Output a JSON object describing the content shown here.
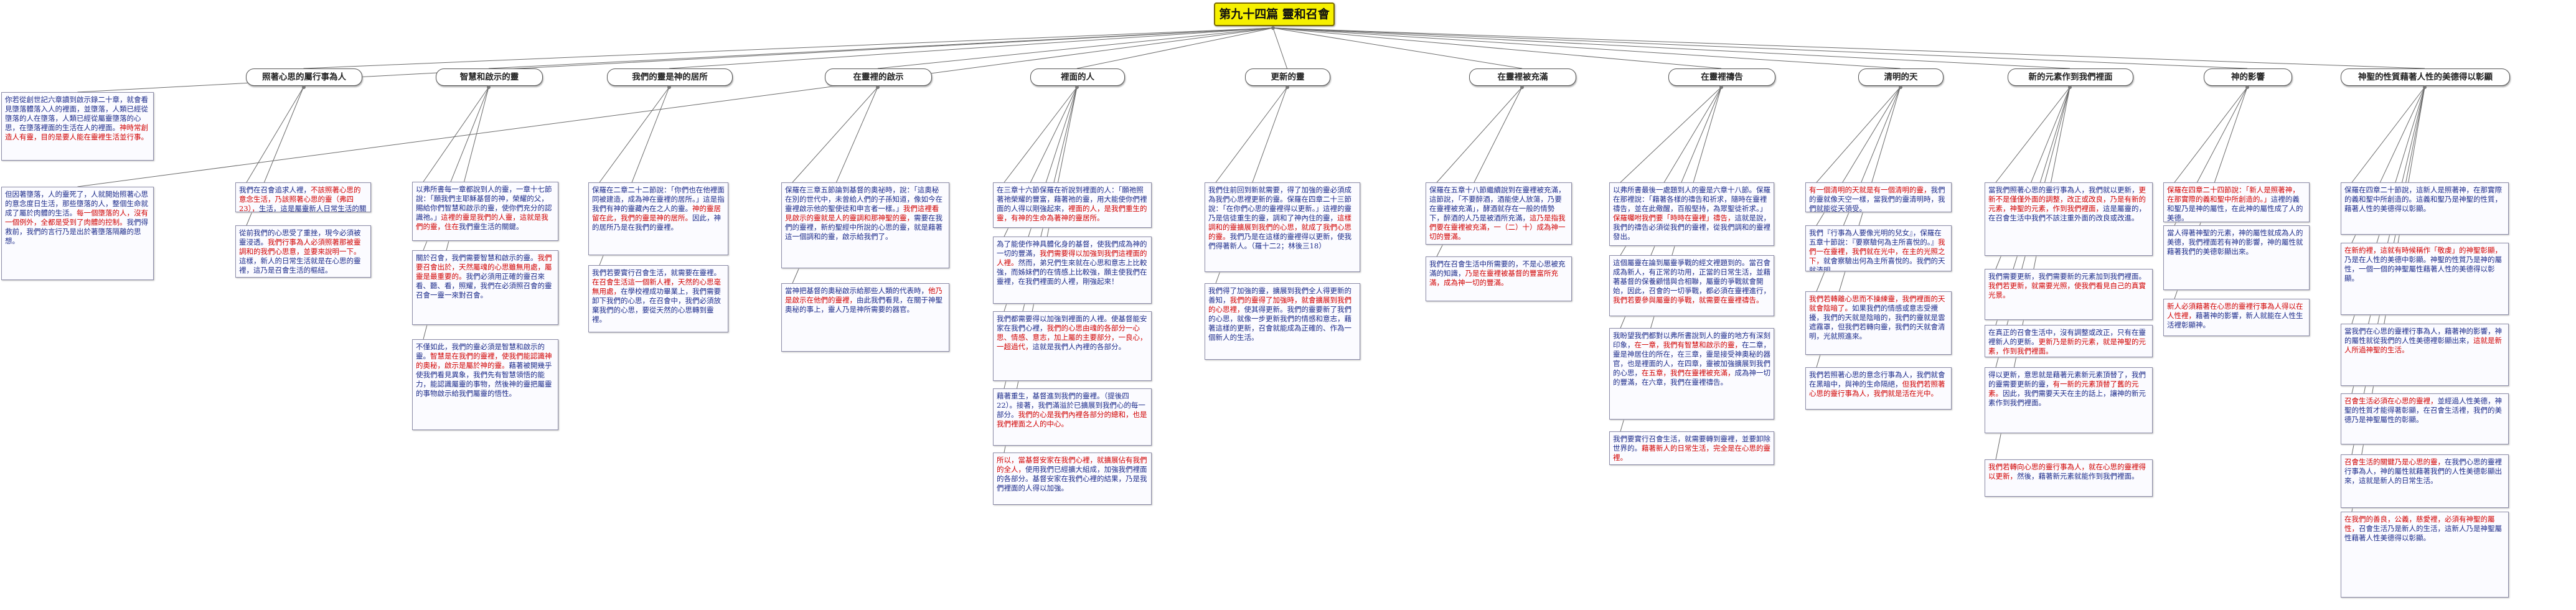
{
  "title": "第九十四篇 靈和召會",
  "topics": [
    {
      "label": "照著心思的屬行事為人"
    },
    {
      "label": "智慧和啟示的靈"
    },
    {
      "label": "我們的靈是神的居所"
    },
    {
      "label": "在靈裡的啟示"
    },
    {
      "label": "裡面的人"
    },
    {
      "label": "更新的靈"
    },
    {
      "label": "在靈裡被充滿"
    },
    {
      "label": "在靈裡禱告"
    },
    {
      "label": "清明的天"
    },
    {
      "label": "新的元素作到我們裡面"
    },
    {
      "label": "神的影響"
    },
    {
      "label": "神聖的性質藉著人性的美德得以彰顯"
    }
  ],
  "notes": [
    {
      "segments": [
        {
          "t": "你若從創世記六章讀到啟示錄二十章，就會看見墮落體落入人的裡面，並墮落，人類已經從墮落的人在墮落，人類已經從屬靈墮落的心思，在墮落裡面的生活在人的裡面。",
          "c": "b"
        },
        {
          "t": "神時常創造人有靈，目的是要人能在靈裡生活並行事。",
          "c": "r"
        }
      ]
    },
    {
      "segments": [
        {
          "t": "但因著墮落，人的靈死了，人就開始照著心思的意念度日生活，那些墮落的人，整個生命就成了屬於肉體的生活。",
          "c": "b"
        },
        {
          "t": "每一個墮落的人，沒有一個例外，全都是受到了肉體的控制。",
          "c": "r"
        },
        {
          "t": "我們得救前，我們的言行乃是出於著墮落隔離的思想。",
          "c": "b"
        }
      ]
    },
    {
      "segments": [
        {
          "t": "我們在召會追求人裡，",
          "c": "b"
        },
        {
          "t": "不該照著心思的意念生活，乃該照著心思的靈（弗四23），",
          "c": "r"
        },
        {
          "t": "生活，這是屬靈新人日常生活的關鍵。",
          "c": "b"
        }
      ]
    },
    {
      "segments": [
        {
          "t": "從前我們的心思受了重挫，現今必須被靈浸透。",
          "c": "b"
        },
        {
          "t": "我們行事為人必須照著那被靈調和的我們心思意，並要來說明一下。",
          "c": "r"
        },
        {
          "t": "這樣，新人的日常生活就是在心思的靈裡，這乃是召會生活的樞紐。",
          "c": "b"
        }
      ]
    },
    {
      "segments": [
        {
          "t": "以弗所書每一章都說到人的靈，一章十七節說：「願我們主耶穌基督的神，榮耀的父，賜給你們智慧和啟示的靈，使你們充分的認識祂。」",
          "c": "b"
        },
        {
          "t": "這裡的靈是我們的人靈，這就是我們的靈，住在",
          "c": "r"
        },
        {
          "t": "我們靈生活的關鍵。",
          "c": "b"
        }
      ]
    },
    {
      "segments": [
        {
          "t": "關於召會，我們需要智慧和啟示的靈。",
          "c": "b"
        },
        {
          "t": "我們要召會出於，天然屬魂的心思雖無用處，屬靈是最重要的。",
          "c": "r"
        },
        {
          "t": "我們必須用正確的靈召來看、聽、看，照耀，我們在必須照召會的靈召會一靈一來對召會。",
          "c": "b"
        }
      ]
    },
    {
      "segments": [
        {
          "t": "不僅如此，我們的靈必須是智慧和啟示的靈。",
          "c": "b"
        },
        {
          "t": "智慧是在我們的靈裡，使我們能認識神的奧秘，啟示是屬於神的靈。",
          "c": "r"
        },
        {
          "t": "藉著被開幾乎使我們看見異象，我們先有智慧領悟的能力，能認識屬靈的事物，然後神的靈把屬靈的事物啟示給我們屬靈的悟性。",
          "c": "b"
        }
      ]
    },
    {
      "segments": [
        {
          "t": "保羅在二章二十二節說：「你們也在他裡面同被建造，成為神在靈裡的居所。」這是指我們有神的靈藏內在之人的靈。",
          "c": "b"
        },
        {
          "t": "神的靈居留在此，我們的靈是神的居所。",
          "c": "r"
        },
        {
          "t": "因此，神的居所乃是在我們的靈裡。",
          "c": "b"
        }
      ]
    },
    {
      "segments": [
        {
          "t": "我們若要實行召會生活，就需要在靈裡。",
          "c": "b"
        },
        {
          "t": "在召會生活這一個新人裡，天然的心思毫無用處，",
          "c": "r"
        },
        {
          "t": "在學校裡成功畢業上，我們需要卸下我們的心思，在召會中，我們必須放棄我們的心思，要從天然的心思轉到靈裡。",
          "c": "b"
        }
      ]
    },
    {
      "segments": [
        {
          "t": "保羅在三章五節論到基督的奧祕時，說：「這奧秘在別的世代中，未曾給人們的子孫知道，像如今在靈裡啟示他的聖使徒和申言者一樣。」",
          "c": "b"
        },
        {
          "t": "我們這裡看見啟示的靈就是人的靈調和那神聖的靈，",
          "c": "r"
        },
        {
          "t": "需要在我們的靈裡，新約聖經中所說的心思的靈，就是藉著這一個調和的靈，啟示給我們了。",
          "c": "b"
        }
      ]
    },
    {
      "segments": [
        {
          "t": "當神把基督的奧秘啟示給那些人類的代表時，",
          "c": "b"
        },
        {
          "t": "他乃是啟示在他們的靈裡，",
          "c": "r"
        },
        {
          "t": "由此我們看見，在關于神聖奧秘的事上，靈人乃是神所需要的器官。",
          "c": "b"
        }
      ]
    },
    {
      "segments": [
        {
          "t": "在三章十六節保羅在祈說到裡面的人：「願祂照著祂榮耀的豐富，藉著祂的靈，用大能使你們裡面的人得以剛強起來，",
          "c": "b"
        },
        {
          "t": "裡面的人，是我們重生的靈，有神的生命為著神的靈居所。",
          "c": "r"
        }
      ]
    },
    {
      "segments": [
        {
          "t": "為了能使作神具體化身的基督，使我們成為神的一切的豐滿，",
          "c": "b"
        },
        {
          "t": "我們需要得以加強到我們這裡面的人裡。",
          "c": "r"
        },
        {
          "t": "然而，弟兄們生來就在心思和意志上比較強，而姊妹們的在情感上比較強，願主使我們在靈裡，在我們裡面的人裡，剛強起來！",
          "c": "b"
        }
      ]
    },
    {
      "segments": [
        {
          "t": "我們都需要得以加強到裡面的人裡。使基督能安家在我們心裡，",
          "c": "b"
        },
        {
          "t": "我們的心思由魂的各部分一心思、情感、意志，加上屬的主要部分，一良心，一超過代，",
          "c": "r"
        },
        {
          "t": "這就是我們人內裡的各部分。",
          "c": "b"
        }
      ]
    },
    {
      "segments": [
        {
          "t": "藉著重生，基督進到我們的靈裡。（提後四22）。接著，我們滿溢於已擴展到我們心的每一部分。",
          "c": "b"
        },
        {
          "t": "我們的心是我們內裡各部分的總和，也是我們裡面之人的中心。",
          "c": "r"
        }
      ]
    },
    {
      "segments": [
        {
          "t": "所以，當基督安家在我們心裡，就擴展佔有我們的全人，",
          "c": "r"
        },
        {
          "t": "使用我們已經擴大組成，加強我們裡面的各部分。基督安家在我們心裡的結果，乃是我們裡面的人得以加強。",
          "c": "b"
        }
      ]
    },
    {
      "segments": [
        {
          "t": "我們住前回到新就需要，得了加強的靈必須成為我們心思裡更新的靈。保羅在四章二十三節說：「在你們心思的靈裡得以更新。」這裡的靈乃是信徒重生的靈，調和了神內住的靈，",
          "c": "b"
        },
        {
          "t": "這樣調和的靈擴展到我們的心思，就成了我們心思的靈。",
          "c": "r"
        },
        {
          "t": "我們乃是在這樣的靈裡得以更新，使我們得著新人。（羅十二2；林後三18）",
          "c": "b"
        }
      ]
    },
    {
      "segments": [
        {
          "t": "我們得了加強的靈，擴展到我們全人得更新的善知，",
          "c": "b"
        },
        {
          "t": "我們的靈得了加強時，就會擴展到我們的心思裡，",
          "c": "r"
        },
        {
          "t": "使其得更新。我們的靈要新了我們的心思，就像一步更新我們的情感和意志，藉著這樣的更新，召會就能成為正確的、作為一個新人的生活。",
          "c": "b"
        }
      ]
    },
    {
      "segments": [
        {
          "t": "保羅在五章十八節繼續說到在靈裡被充滿，這節說，「不要醉酒，酒能使人放蕩，乃要在靈裡被充滿」，酵酒就存在一般的情勢下，醉酒的人乃是被酒所充滿，",
          "c": "b"
        },
        {
          "t": "這乃是指我們要在靈裡被充滿，一（二）十）成為神一切的豐滿。",
          "c": "r"
        }
      ]
    },
    {
      "segments": [
        {
          "t": "我們在召會生活中所需要的，不是心思被充滿的知識，",
          "c": "b"
        },
        {
          "t": "乃是在靈裡被基督的豐富所充滿，成為神一切的豐滿。",
          "c": "r"
        }
      ]
    },
    {
      "segments": [
        {
          "t": "以弗所書最後一處題到人的靈是六章十八節。保羅在那裡說：「藉著各樣的禱告和祈求，隨時在靈裡禱告，並在此儆醒，百般堅持，為眾聖徒祈求。」",
          "c": "b"
        },
        {
          "t": "保羅囑咐我們要「時時在靈裡」禱告，",
          "c": "r"
        },
        {
          "t": "這就是說，我們的禱告必須從我們的靈裡，從我們調和的靈裡發出。",
          "c": "b"
        }
      ]
    },
    {
      "segments": [
        {
          "t": "這個屬靈在論到屬靈爭戰的經文裡題到的。當召會成為新人，有正常的功用，正當的日常生活，並藉著基督的保養顧惜與合相聯，屬靈的爭戰就會開始，因此，召會的一切爭戰，都必須在靈裡進行，",
          "c": "b"
        },
        {
          "t": "我們若要參與屬靈的爭戰，就需要在靈裡禱告。",
          "c": "r"
        }
      ]
    },
    {
      "segments": [
        {
          "t": "我盼望我們都對以弗所書說到人的靈的地方有深刻印象，",
          "c": "b"
        },
        {
          "t": "在一章，我們有智慧和啟示的靈，",
          "c": "r"
        },
        {
          "t": "在二章，靈是神居住的所在，在三章，靈是接受神奧秘的器官，也是裡面的人，在四章，靈被加強擴展到我們的心思，",
          "c": "b"
        },
        {
          "t": "在五章，我們在靈裡被充滿，",
          "c": "r"
        },
        {
          "t": "成為神一切的豐滿，在六章，我們在靈裡禱告。",
          "c": "b"
        }
      ]
    },
    {
      "segments": [
        {
          "t": "我們要實行召會生活，就需要轉到靈裡，並要卸除世界的。",
          "c": "b"
        },
        {
          "t": "藉著新人的日常生活，完全是在心思的靈裡。",
          "c": "r"
        }
      ]
    },
    {
      "segments": [
        {
          "t": "有一個清明的天就是有一個清明的靈，",
          "c": "r"
        },
        {
          "t": "我們的靈就像天空一樣，當我們的靈清明時，我們就能從天領受。",
          "c": "b"
        }
      ]
    },
    {
      "segments": [
        {
          "t": "我們『行事為人要像光明的兒女』，保羅在五章十節說：『要察驗何為主所喜悅的。』",
          "c": "b"
        },
        {
          "t": "我們一在靈裡，我們就在光中，在主的光照之下，",
          "c": "r"
        },
        {
          "t": "就會察驗出何為主所喜悅的。我們的天就清明。",
          "c": "b"
        }
      ]
    },
    {
      "segments": [
        {
          "t": "我們若轉離心思而不操練靈，我們裡面的天就會陰暗了。",
          "c": "r"
        },
        {
          "t": "如果我們的情感或意志受攪擾，我們的天就是陰暗的，我們的靈就是雲遮霧罩，但我們若轉向靈，我們的天就會清明，光就照進來。",
          "c": "b"
        }
      ]
    },
    {
      "segments": [
        {
          "t": "我們若照著心思的意念行事為人，我們就會在黑暗中，與神的生命隔絕，",
          "c": "b"
        },
        {
          "t": "但我們若照著心思的靈行事為人，我們就是活在光中。",
          "c": "r"
        }
      ]
    },
    {
      "segments": [
        {
          "t": "當我們照著心思的靈行事為人，我們就以更新，",
          "c": "b"
        },
        {
          "t": "更新不是僅僅外面的調整，改正或改良，乃是有新的元素，神聖的元素，作到我們裡面，",
          "c": "r"
        },
        {
          "t": "這是屬靈的，在召會生活中我們不該注重外面的改良或改進。",
          "c": "b"
        }
      ]
    },
    {
      "segments": [
        {
          "t": "我們需要更新，我們需要新的元素加到我們裡面。",
          "c": "b"
        },
        {
          "t": "我們若更新，就需要光照，使我們看見自己的真實光景。",
          "c": "r"
        }
      ]
    },
    {
      "segments": [
        {
          "t": "在真正的召會生活中，沒有調整或改正，只有在靈裡新人的更新。",
          "c": "b"
        },
        {
          "t": "更新乃是新的元素，就是神聖的元素，作到我們裡面。",
          "c": "r"
        }
      ]
    },
    {
      "segments": [
        {
          "t": "得以更新，意思就是藉著元素新元素頂替了，我們的靈需要更新的靈，",
          "c": "b"
        },
        {
          "t": "有一新的元素頂替了舊的元素。",
          "c": "r"
        },
        {
          "t": "因此，我們需要天天在主的話上，讓神的新元素作到我們裡面。",
          "c": "b"
        }
      ]
    },
    {
      "segments": [
        {
          "t": "我們若轉向心思的靈行事為人，就在心思的靈裡得以更新，",
          "c": "r"
        },
        {
          "t": "然後，藉著新元素就能作到我們裡面。",
          "c": "b"
        }
      ]
    },
    {
      "segments": [
        {
          "t": "保羅在四章二十四節說：「新人是照著神，在那實際的義和聖中所創造的。」",
          "c": "r"
        },
        {
          "t": "這裡的義和聖乃是神的屬性，在此神的屬性成了人的美德。",
          "c": "b"
        }
      ]
    },
    {
      "segments": [
        {
          "t": "當人得著神聖的元素，神的屬性就成為人的美德，我們裡面若有神的影響，神的屬性就藉著我們的美德彰顯出來。",
          "c": "b"
        }
      ]
    },
    {
      "segments": [
        {
          "t": "新人必須藉著在心思的靈裡行事為人得以在人性裡，",
          "c": "r"
        },
        {
          "t": "藉著神的影響，新人就能在人性生活裡彰顯神。",
          "c": "b"
        }
      ]
    },
    {
      "segments": [
        {
          "t": "保羅在四章二十節說，這新人是照著神，在那實際的義和聖中所創造的。這義和聖乃是神聖的性質，藉著人性的美德得以彰顯。",
          "c": "b"
        }
      ]
    },
    {
      "segments": [
        {
          "t": "在新約裡，這就有時候稱作「敬虔」的神聖彰顯，",
          "c": "r"
        },
        {
          "t": "乃是在人性的美德中彰顯。神聖的性質乃是神的屬性，一個一個的神聖屬性藉著人性的美德得以彰顯。",
          "c": "b"
        }
      ]
    },
    {
      "segments": [
        {
          "t": "當我們在心思的靈裡行事為人，藉著神的影響，神的屬性就從我們的人性美德裡彰顯出來，",
          "c": "b"
        },
        {
          "t": "這就是新人所過神聖的生活。",
          "c": "r"
        }
      ]
    },
    {
      "segments": [
        {
          "t": "召會生活必須在心思的靈裡，",
          "c": "r"
        },
        {
          "t": "並經過人性美德，神聖的性質才能得著彰顯，在召會生活裡，我們的美德乃是神聖屬性的彰顯。",
          "c": "b"
        }
      ]
    },
    {
      "segments": [
        {
          "t": "召會生活的關鍵乃是心思的靈，",
          "c": "r"
        },
        {
          "t": "在我們心思的靈裡行事為人，神的屬性就藉著我們的人性美德彰顯出來，這就是新人的日常生活。",
          "c": "b"
        }
      ]
    },
    {
      "segments": [
        {
          "t": "在我們的善良，公義，慈愛裡，必須有神聖的屬性，",
          "c": "r"
        },
        {
          "t": "召會生活乃是新人的生活，這新人乃是神聖屬性藉著人性美德得以彰顯。",
          "c": "b"
        }
      ]
    }
  ]
}
